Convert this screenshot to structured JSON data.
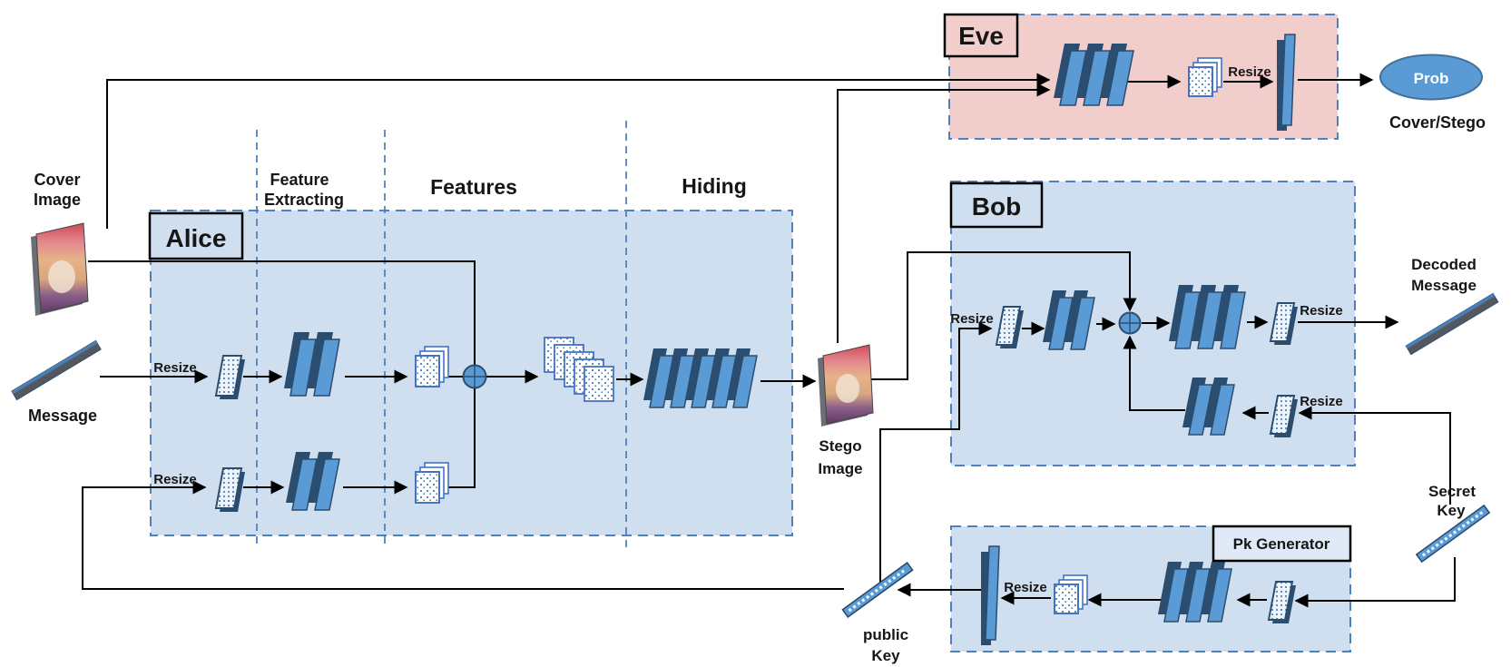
{
  "diagram_labels": {
    "alice": "Alice",
    "bob": "Bob",
    "eve": "Eve",
    "pk_generator": "Pk Generator",
    "feature_extracting": [
      "Feature",
      "Extracting"
    ],
    "features": "Features",
    "hiding": "Hiding",
    "cover_image": [
      "Cover",
      "Image"
    ],
    "message": "Message",
    "stego_image": [
      "Stego",
      "Image"
    ],
    "decoded_message": [
      "Decoded",
      "Message"
    ],
    "secret_key": [
      "Secret",
      "Key"
    ],
    "public_key": [
      "public",
      "Key"
    ],
    "prob": "Prob",
    "cover_stego": "Cover/Stego",
    "resize": "Resize"
  },
  "colors": {
    "region_blue": "#cfdff0",
    "region_pink": "#f1cecb",
    "dash_border": "#4f81bd",
    "conv_front": "#5b9bd5",
    "conv_dark": "#2b4d6f",
    "sheet_border": "#4472c4",
    "line_black": "#000000",
    "ellipse_fill": "#5b9bd5",
    "ellipse_border": "#41719c",
    "bar_gray": "#54585e",
    "bar_edge_blue": "#4a7fb5"
  }
}
